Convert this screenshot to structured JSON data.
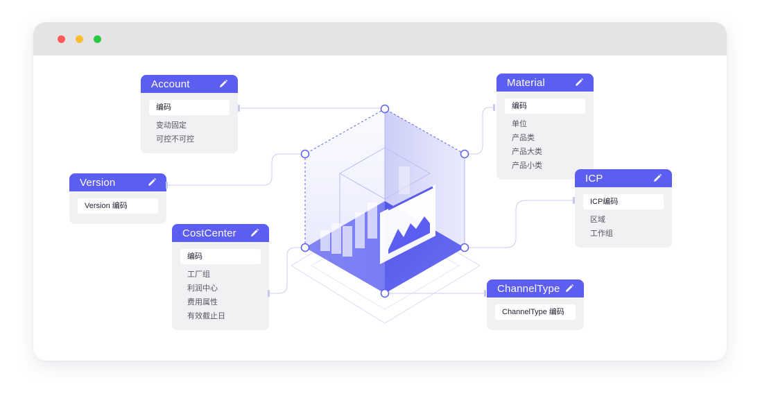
{
  "colors": {
    "accent": "#5b5ef0",
    "card_bg": "#f1f1f3",
    "titlebar": "#e4e4e7"
  },
  "window": {
    "controls": [
      "close",
      "minimize",
      "maximize"
    ]
  },
  "entities": {
    "account": {
      "title": "Account",
      "key": "编码",
      "attrs": [
        "变动固定",
        "可控不可控"
      ]
    },
    "version": {
      "title": "Version",
      "key": "Version 编码",
      "attrs": []
    },
    "costcenter": {
      "title": "CostCenter",
      "key": "编码",
      "attrs": [
        "工厂组",
        "利润中心",
        "费用属性",
        "有效截止日"
      ]
    },
    "material": {
      "title": "Material",
      "key": "编码",
      "attrs": [
        "单位",
        "产品类",
        "产品大类",
        "产品小类"
      ]
    },
    "icp": {
      "title": "ICP",
      "key": "ICP编码",
      "attrs": [
        "区域",
        "工作组"
      ]
    },
    "channeltype": {
      "title": "ChannelType",
      "key": "ChannelType 编码",
      "attrs": []
    }
  },
  "icons": {
    "edit": "pencil-icon",
    "center": "cube-chart-illustration"
  }
}
